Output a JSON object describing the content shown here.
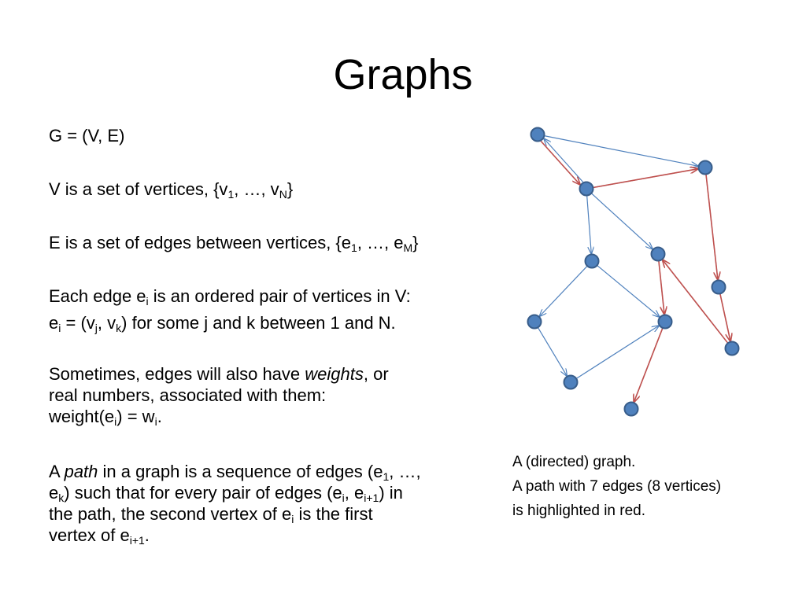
{
  "slide": {
    "title": "Graphs",
    "para1": "G = (V, E)",
    "para2": {
      "text": "V is a set of vertices, {v",
      "sub1": "1",
      "mid": ", …, v",
      "sub2": "N",
      "end": "}"
    },
    "para3": {
      "text": "E is a set of edges between vertices, {e",
      "sub1": "1",
      "mid": ", …, e",
      "sub2": "M",
      "end": "}"
    },
    "para4": {
      "line1_a": "Each edge e",
      "line1_sub": "i",
      "line1_b": " is an ordered pair of vertices in V:",
      "line2_a": "e",
      "line2_sub1": "i",
      "line2_b": " = (v",
      "line2_sub2": "j",
      "line2_c": ", v",
      "line2_sub3": "k",
      "line2_d": ") for some j and k between 1 and N."
    },
    "para5": {
      "a": "Sometimes, edges will also have ",
      "em": "weights",
      "b": ", or",
      "c": "real numbers, associated with them:",
      "d": "weight(e",
      "sub1": "i",
      "e": ") = w",
      "sub2": "i",
      "f": "."
    },
    "para6": {
      "a": "A ",
      "em": "path",
      "b": " in a graph is a sequence of edges (e",
      "sub1": "1",
      "c": ", …,",
      "d": "e",
      "sub2": "k",
      "e": ") such that for every pair of edges (e",
      "sub3": "i",
      "f": ", e",
      "sub4": "i+1",
      "g": ") in",
      "h": "the path, the second vertex of e",
      "sub5": "i",
      "i": " is the first",
      "j": "vertex of e",
      "sub6": "i+1",
      "k": "."
    },
    "caption": {
      "line1": "A (directed) graph.",
      "line2": "A path with 7 edges (8 vertices)",
      "line3": "is highlighted in red."
    }
  },
  "colors": {
    "node_fill": "#4f81bd",
    "node_stroke": "#385d8a",
    "edge": "#4f81bd",
    "path": "#c0504d"
  },
  "graph": {
    "nodes": [
      {
        "id": "n1"
      },
      {
        "id": "n2"
      },
      {
        "id": "n3"
      },
      {
        "id": "n4"
      },
      {
        "id": "n5"
      },
      {
        "id": "n6"
      },
      {
        "id": "n7"
      },
      {
        "id": "n8"
      },
      {
        "id": "n9"
      },
      {
        "id": "n10"
      },
      {
        "id": "n11"
      },
      {
        "id": "n12"
      }
    ],
    "edges": [
      {
        "from": "n1",
        "to": "n2"
      },
      {
        "from": "n1",
        "to": "n3"
      },
      {
        "from": "n3",
        "to": "n1"
      },
      {
        "from": "n3",
        "to": "n2"
      },
      {
        "from": "n3",
        "to": "n4"
      },
      {
        "from": "n3",
        "to": "n5"
      },
      {
        "from": "n2",
        "to": "n6"
      },
      {
        "from": "n4",
        "to": "n7"
      },
      {
        "from": "n4",
        "to": "n8"
      },
      {
        "from": "n7",
        "to": "n9"
      },
      {
        "from": "n9",
        "to": "n8"
      },
      {
        "from": "n5",
        "to": "n8"
      },
      {
        "from": "n6",
        "to": "n10"
      },
      {
        "from": "n10",
        "to": "n5"
      },
      {
        "from": "n8",
        "to": "n11"
      }
    ],
    "path": [
      {
        "from": "n1",
        "to": "n3"
      },
      {
        "from": "n3",
        "to": "n2"
      },
      {
        "from": "n2",
        "to": "n6"
      },
      {
        "from": "n6",
        "to": "n10"
      },
      {
        "from": "n10",
        "to": "n5"
      },
      {
        "from": "n5",
        "to": "n8"
      },
      {
        "from": "n8",
        "to": "n11"
      }
    ]
  }
}
